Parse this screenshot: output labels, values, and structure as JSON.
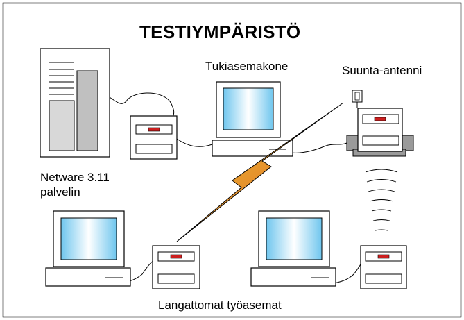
{
  "title": "TESTIYMPÄRISTÖ",
  "labels": {
    "access_point": "Tukiasemakone",
    "antenna": "Suunta-antenni",
    "server_line1": "Netware 3.11",
    "server_line2": "palvelin",
    "workstations": "Langattomat työasemat"
  },
  "colors": {
    "frame": "#000000",
    "server_tower_fill": "#c0c0c0",
    "device_fill": "#ffffff",
    "led": "#cc1f1f",
    "screen_edge": "#6fc6ee",
    "screen_center": "#ffffff",
    "bolt_top": "#f2d23a",
    "bolt_bottom": "#d9531e",
    "printer_base": "#9a9a9a"
  },
  "icons": [
    "server-icon",
    "modem-icon",
    "computer-icon",
    "antenna-icon",
    "lightning-bolt-icon",
    "radio-waves-icon"
  ]
}
